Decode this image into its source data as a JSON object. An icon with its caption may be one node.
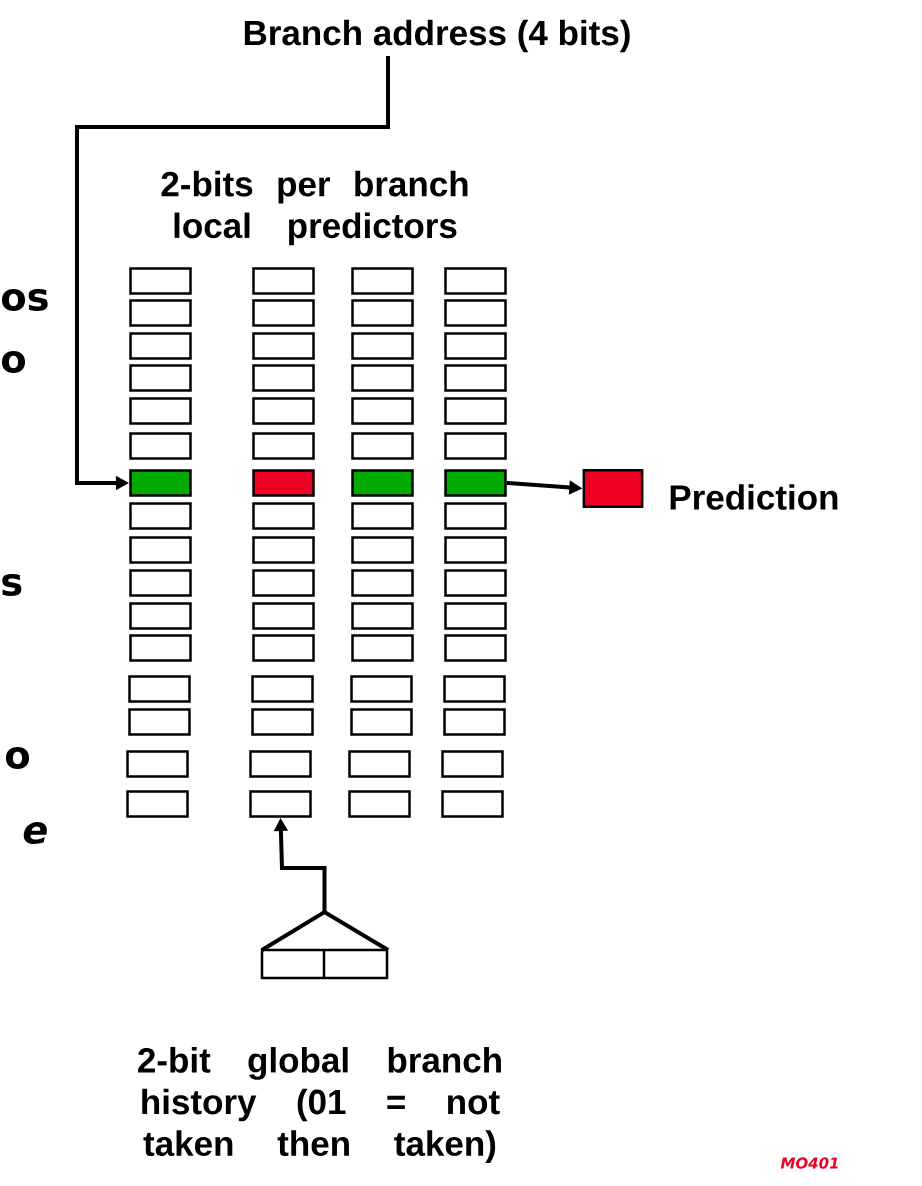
{
  "diagram": {
    "nodes": [
      {
        "text": [
          "Branch address (4 bits)"
        ]
      },
      {
        "text": [],
        "shape": "box"
      },
      {
        "text": [],
        "shape": "box"
      },
      {
        "text": [],
        "shape": "box",
        "beside": [
          "Prediction"
        ]
      },
      {
        "text": [],
        "shape": "box"
      },
      {
        "text": [],
        "shape": "box",
        "beside": [
          "2-bit global branch history (01 = not taken then taken)"
        ]
      }
    ],
    "edges": [
      {
        "from": 0,
        "to": 1,
        "arrow": "to"
      },
      {
        "from": 2,
        "to": 3,
        "arrow": "to"
      },
      {
        "from": 5,
        "to": 4,
        "arrow": "to"
      }
    ],
    "labels": [
      "2-bits per branch local predictors",
      "os",
      "o",
      "s",
      "o",
      "e",
      "MO401"
    ]
  }
}
